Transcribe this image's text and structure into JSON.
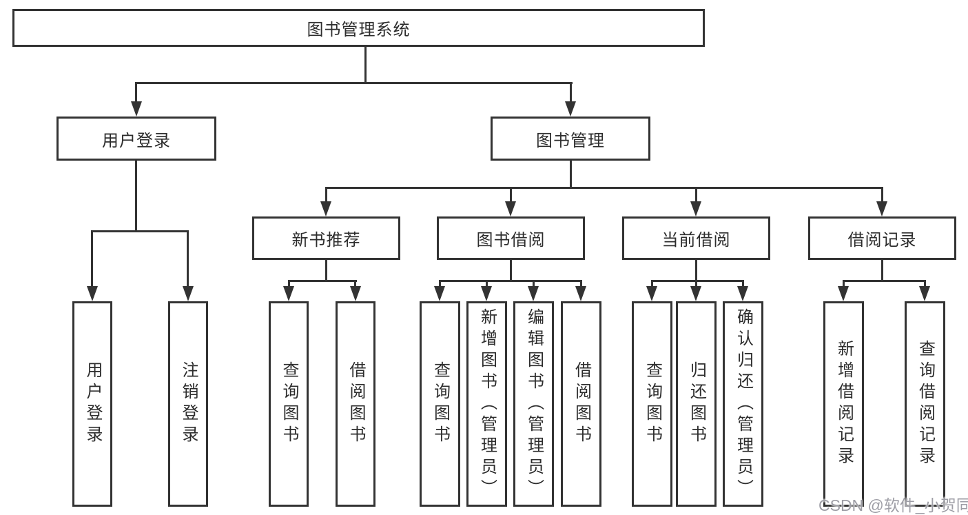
{
  "root": {
    "label": "图书管理系统"
  },
  "branches": {
    "user_login": {
      "label": "用户登录",
      "children": [
        {
          "label": "用户登录"
        },
        {
          "label": "注销登录"
        }
      ]
    },
    "book_management": {
      "label": "图书管理",
      "children": [
        {
          "label": "新书推荐",
          "children": [
            {
              "label": "查询图书"
            },
            {
              "label": "借阅图书"
            }
          ]
        },
        {
          "label": "图书借阅",
          "children": [
            {
              "label": "查询图书"
            },
            {
              "label": "新增图书（管理员）"
            },
            {
              "label": "编辑图书（管理员）"
            },
            {
              "label": "借阅图书"
            }
          ]
        },
        {
          "label": "当前借阅",
          "children": [
            {
              "label": "查询图书"
            },
            {
              "label": "归还图书"
            },
            {
              "label": "确认归还（管理员）"
            }
          ]
        },
        {
          "label": "借阅记录",
          "children": [
            {
              "label": "新增借阅记录"
            },
            {
              "label": "查询借阅记录"
            }
          ]
        }
      ]
    }
  },
  "watermark": {
    "text": "CSDN @软件_小贺同学"
  },
  "colors": {
    "line": "#333333",
    "background": "#ffffff",
    "watermark": "#9e9ea6"
  }
}
